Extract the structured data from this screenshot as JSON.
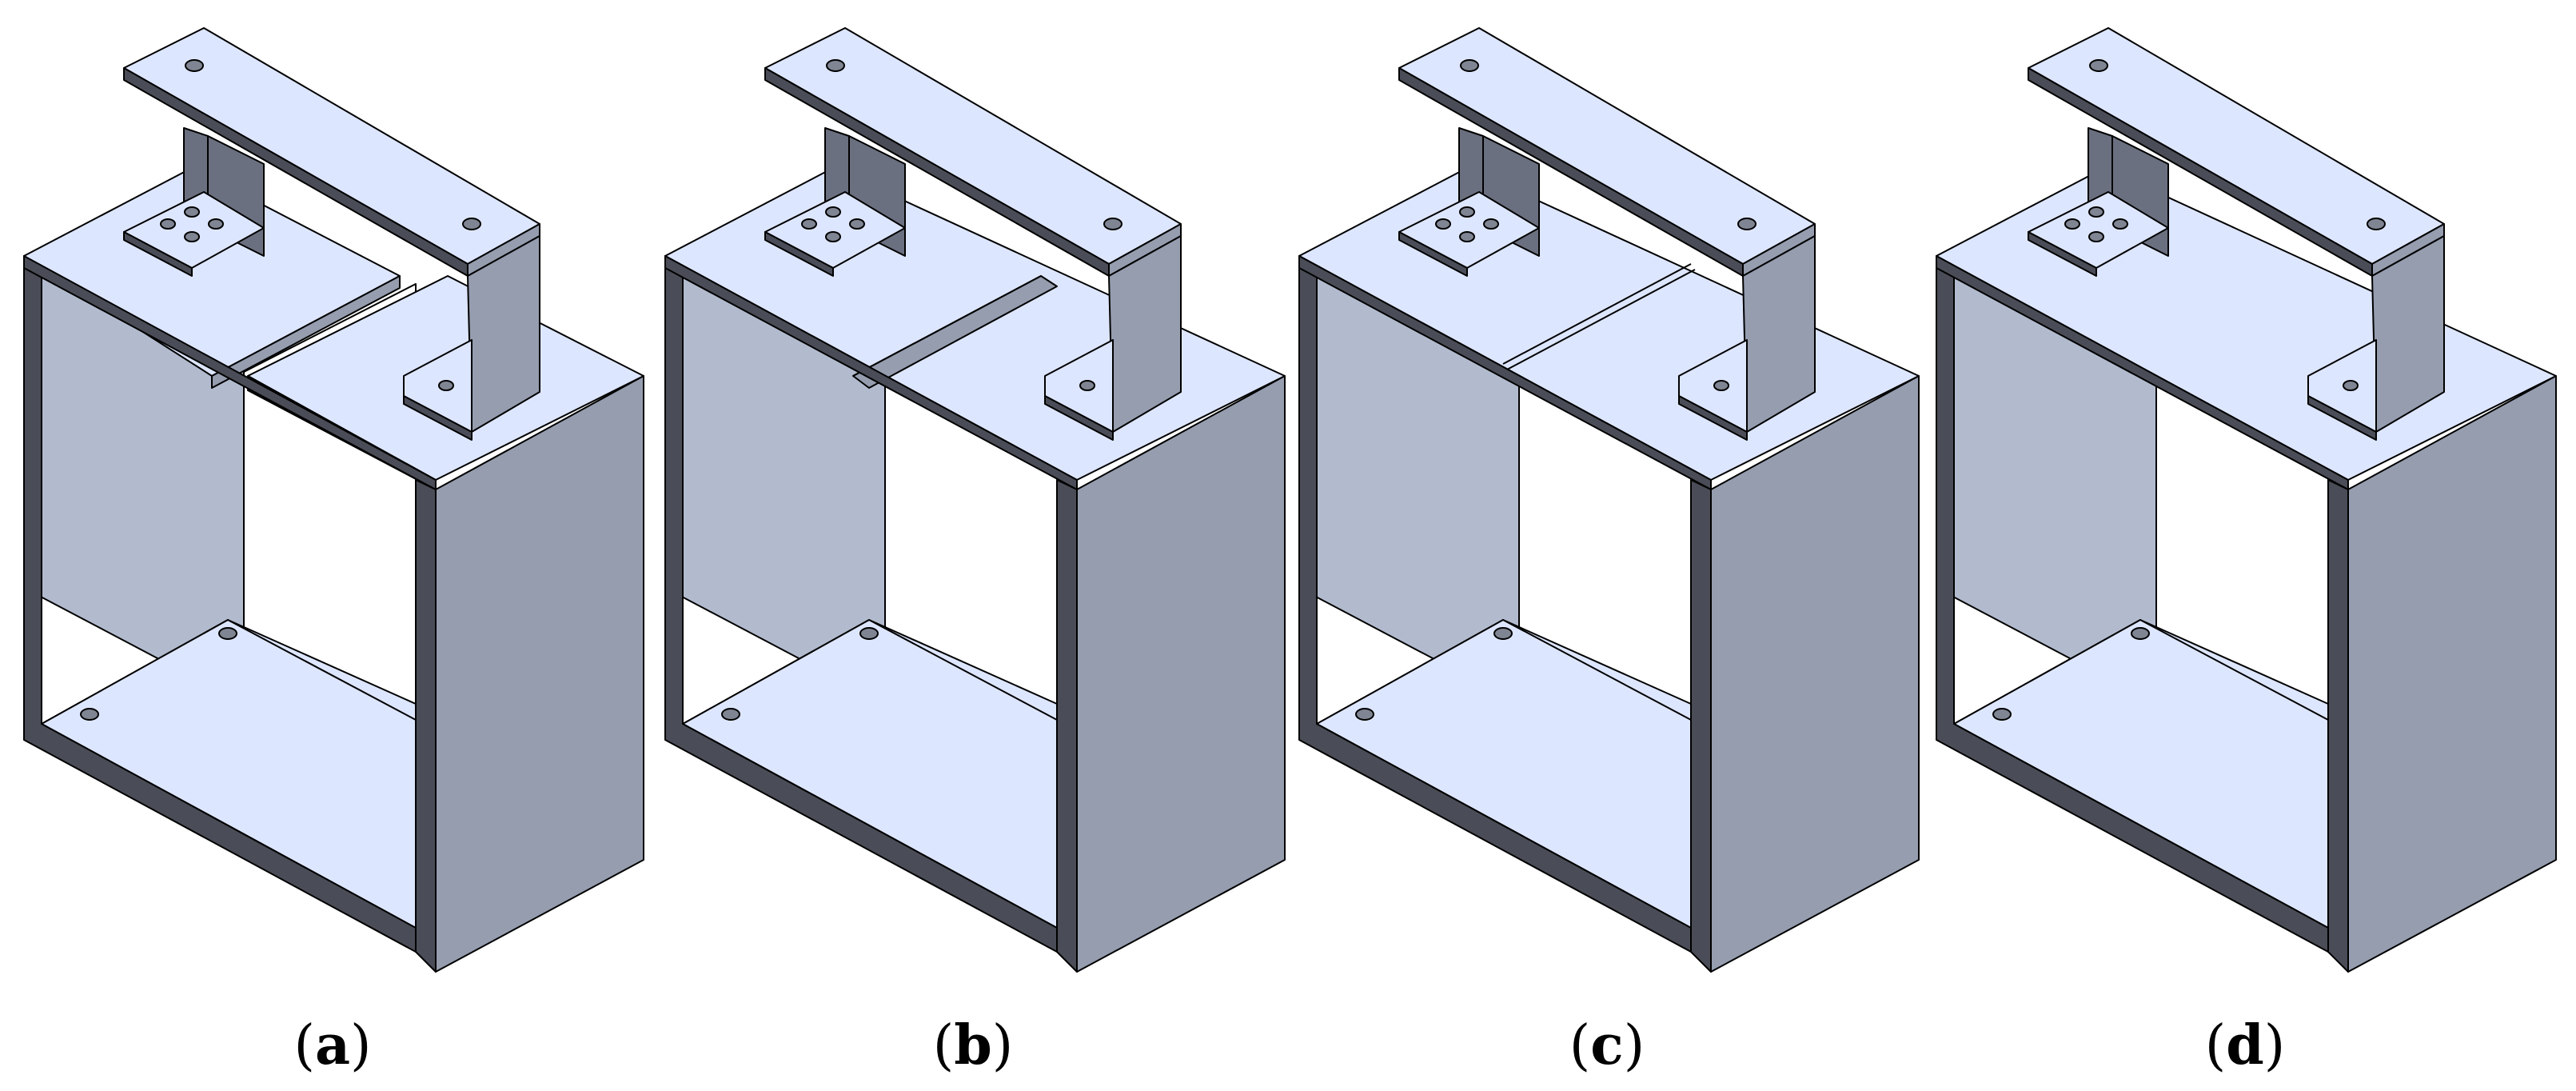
{
  "colors": {
    "top_face": "#dde6ff",
    "light_face": "#b2bbce",
    "side_face": "#959daf",
    "dark_face": "#6b7080",
    "edge_face": "#4a4d57",
    "outline": "#000000",
    "hole": "#7f8592"
  },
  "panels": [
    {
      "label": "a",
      "variant": "open-gap"
    },
    {
      "label": "b",
      "variant": "step-joint"
    },
    {
      "label": "c",
      "variant": "butt-joint"
    },
    {
      "label": "d",
      "variant": "solid-top"
    }
  ]
}
